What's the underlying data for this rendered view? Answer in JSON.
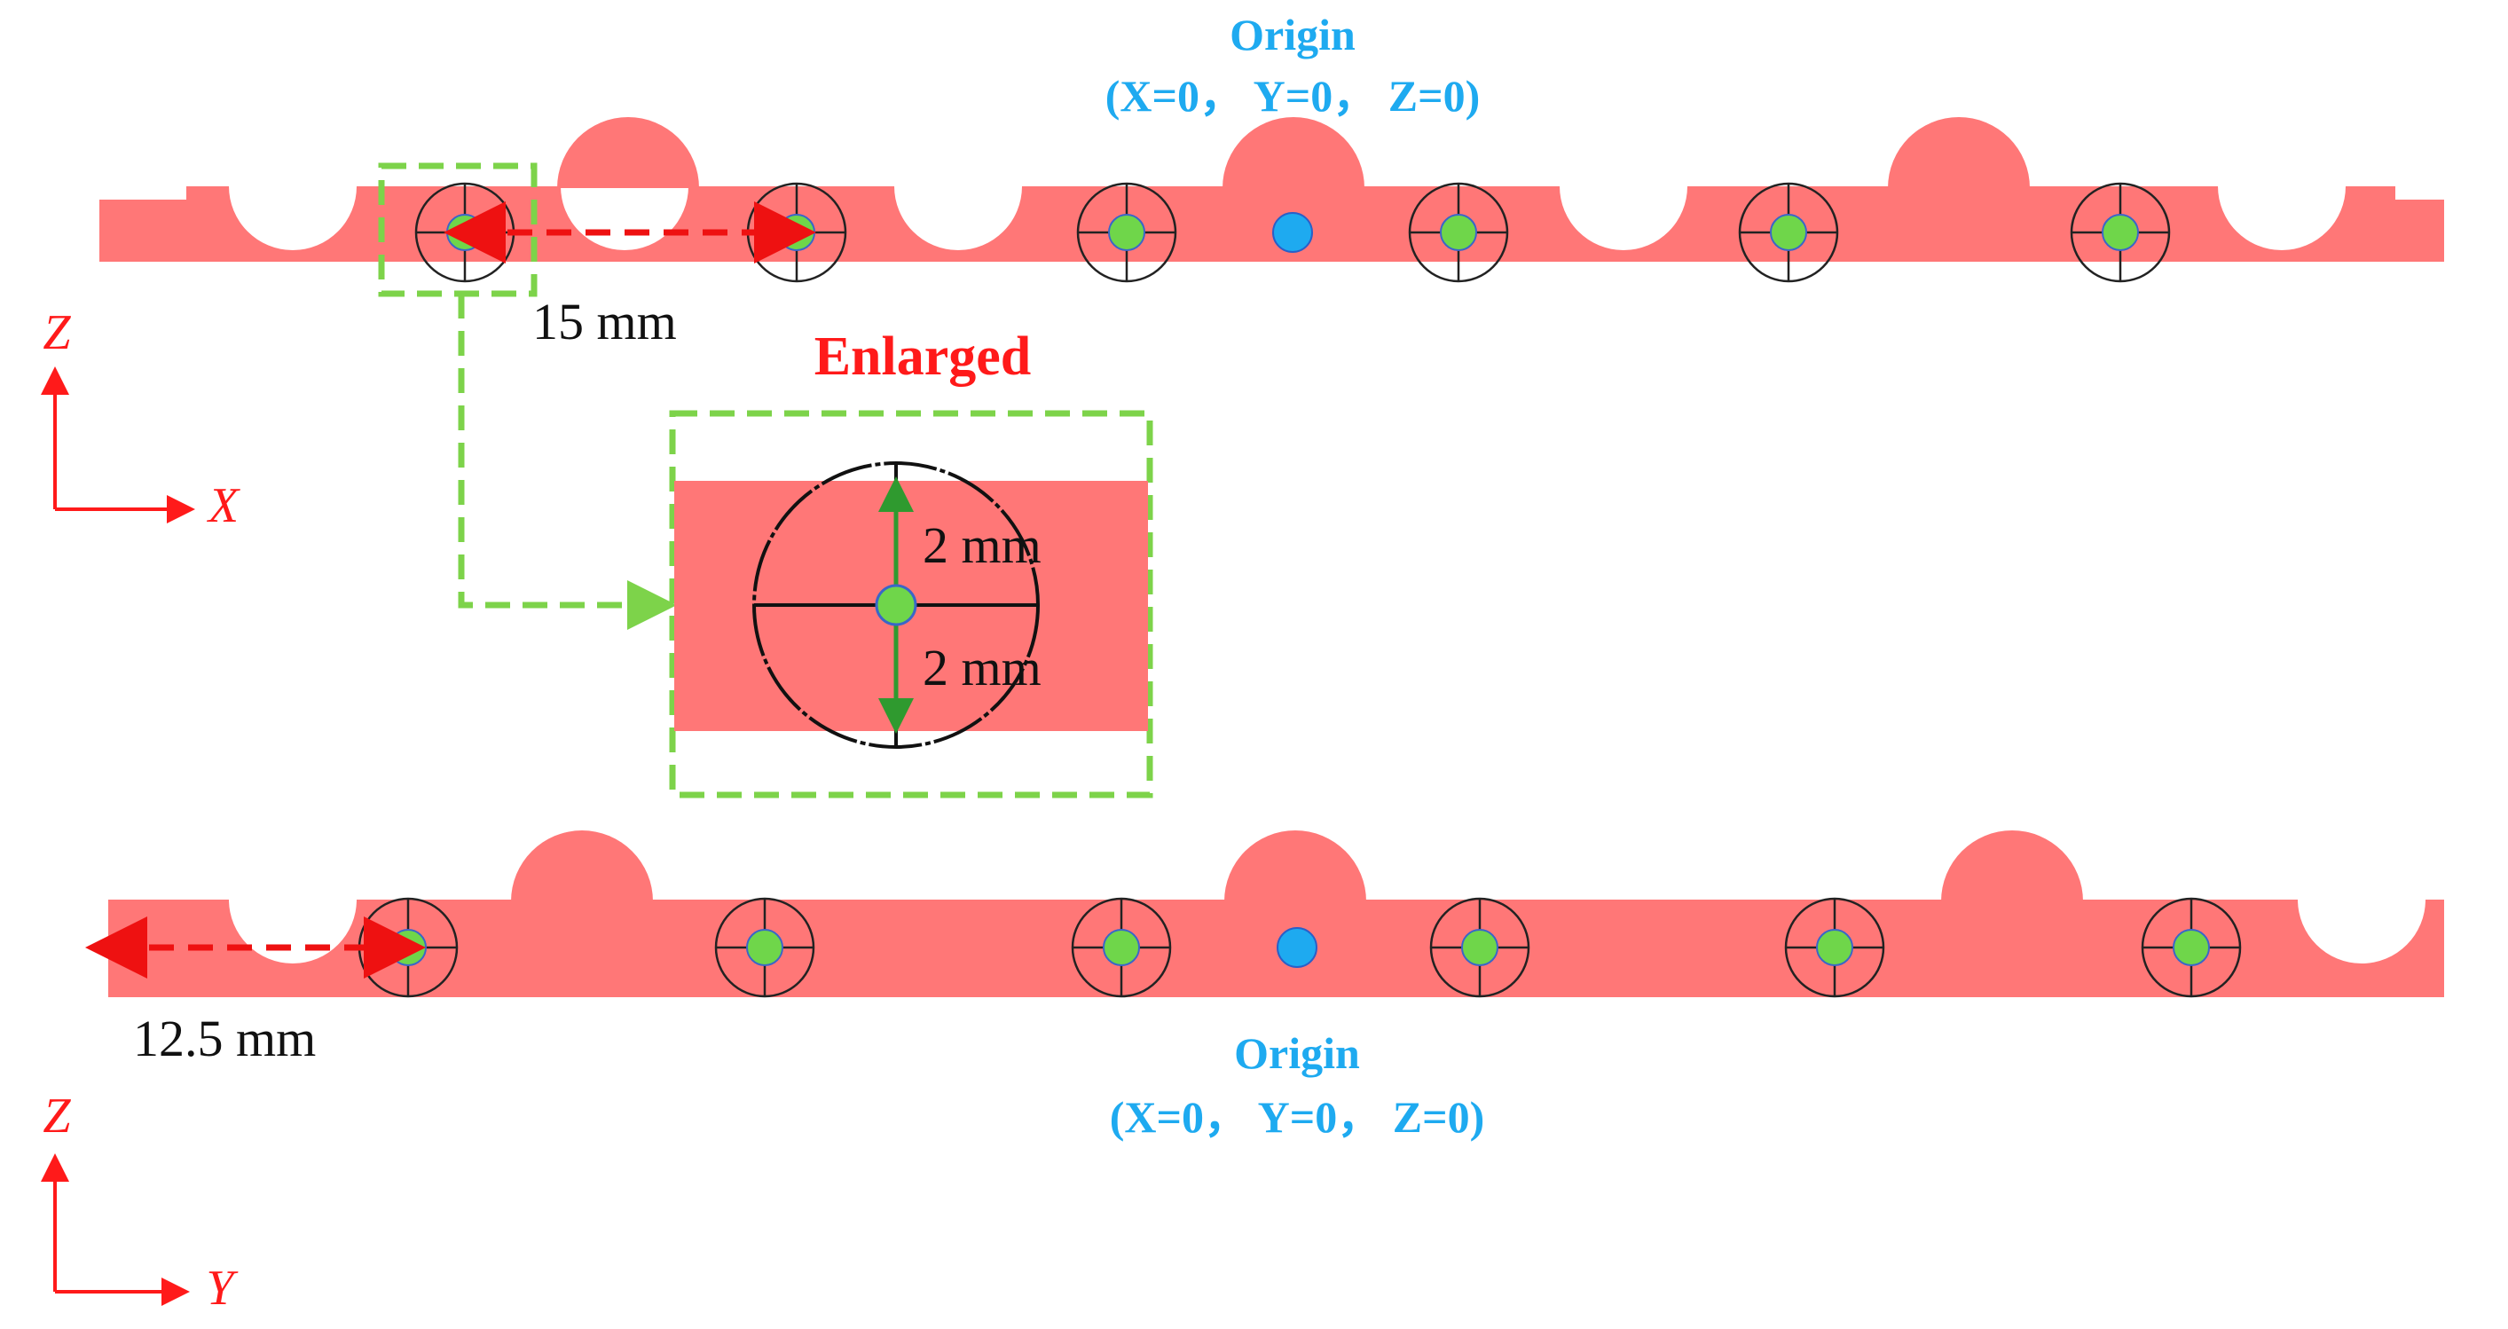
{
  "colors": {
    "strip": "#ff7777",
    "marker": "#6fd64a",
    "origin": "#1eaaf0",
    "accent": "#ff1a1a",
    "dash_green": "#7dd34a",
    "origin_text": "#1eaaf0",
    "dim_arrow": "#ee1111",
    "inner_arrow": "#2f9a2f"
  },
  "top_view": {
    "origin_label": "Origin",
    "origin_coords": "(X=0， Y=0， Z=0)",
    "spacing_label": "15 mm",
    "axis_vertical": "Z",
    "axis_horizontal": "X"
  },
  "enlarged": {
    "title": "Enlarged",
    "upper_label": "2 mm",
    "lower_label": "2 mm"
  },
  "bottom_view": {
    "origin_label": "Origin",
    "origin_coords": "(X=0， Y=0， Z=0)",
    "offset_label": "12.5 mm",
    "axis_vertical": "Z",
    "axis_horizontal": "Y"
  }
}
